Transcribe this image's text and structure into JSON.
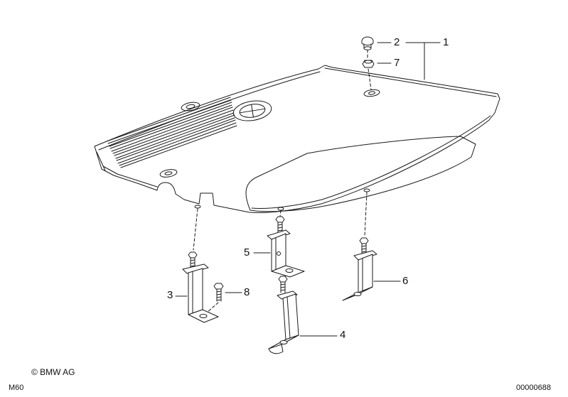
{
  "diagram": {
    "part_labels": {
      "p1": "1",
      "p2": "2",
      "p3": "3",
      "p4": "4",
      "p5": "5",
      "p6": "6",
      "p7": "7",
      "p8": "8"
    }
  },
  "footer": {
    "copyright": "© BMW AG",
    "model_code": "M60",
    "diagram_number": "00000688"
  },
  "colors": {
    "line": "#1a1a1a",
    "background": "#ffffff"
  }
}
